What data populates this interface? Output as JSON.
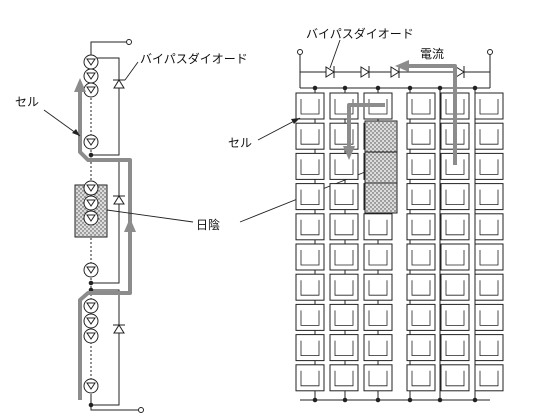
{
  "labels": {
    "left_bypass": "バイパスダイオード",
    "left_cell": "セル",
    "shade": "日陰",
    "right_bypass": "バイパスダイオード",
    "current": "電流",
    "right_cell": "セル"
  },
  "colors": {
    "current_arrow": "#8c8c8c",
    "line": "#222222",
    "cell_fill": "#ffffff",
    "shade_fill": "#d9d9d9"
  }
}
